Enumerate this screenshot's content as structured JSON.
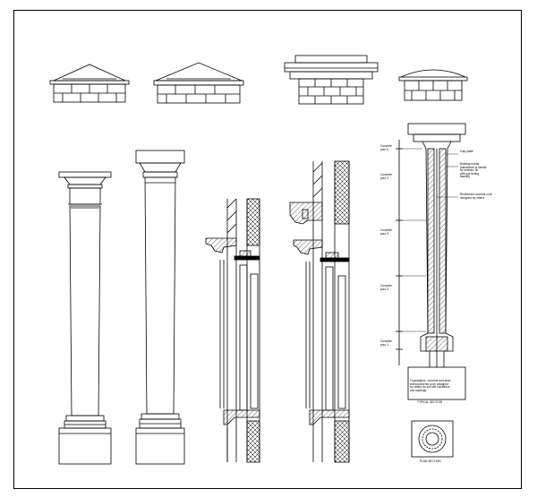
{
  "colors": {
    "line": "#000000",
    "background": "#ffffff"
  },
  "annotations": {
    "cap": "Cap plate",
    "building_mortar": "Building mortar\n(sandstone or similar\nfor exterior, fill\nwith soil during\nbackfill)",
    "reinforced_core": "Reinforced concrete core\ndesigned by others",
    "footing_note": "Foundations, concrete and steel\nreinforcements to be designed\nby others for soil site conditions\nand loadings.",
    "pours": [
      {
        "label": "Concrete\npour 5"
      },
      {
        "label": "Concrete\npour 4"
      },
      {
        "label": "Concrete\npour 3"
      },
      {
        "label": "Concrete\npour 2"
      },
      {
        "label": "Concrete\npour 1"
      }
    ],
    "typical_section": "TYPICAL SECTION",
    "plan_section": "PLAN SECTION"
  }
}
